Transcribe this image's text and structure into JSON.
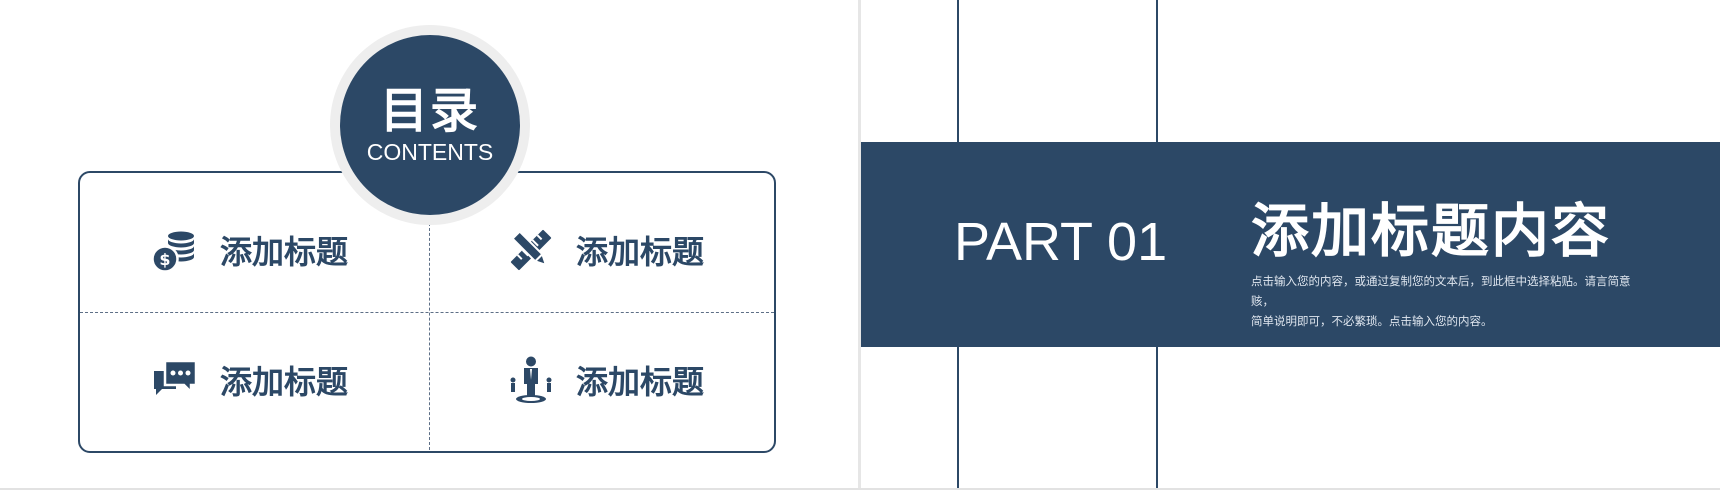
{
  "left_slide": {
    "toc_title_cn": "目录",
    "toc_title_en": "CONTENTS",
    "items": [
      {
        "label": "添加标题",
        "icon": "coins-icon"
      },
      {
        "label": "添加标题",
        "icon": "ruler-pencil-icon"
      },
      {
        "label": "添加标题",
        "icon": "chat-bubbles-icon"
      },
      {
        "label": "添加标题",
        "icon": "businessman-icon"
      }
    ]
  },
  "right_slide": {
    "part_label": "PART 01",
    "heading": "添加标题内容",
    "description_line1": "点击输入您的内容，或通过复制您的文本后，到此框中选择粘贴。请言简意赅，",
    "description_line2": "简单说明即可，不必繁琐。点击输入您的内容。"
  },
  "colors": {
    "primary": "#2c4866",
    "background": "#ffffff",
    "ring": "#eeeeee"
  }
}
